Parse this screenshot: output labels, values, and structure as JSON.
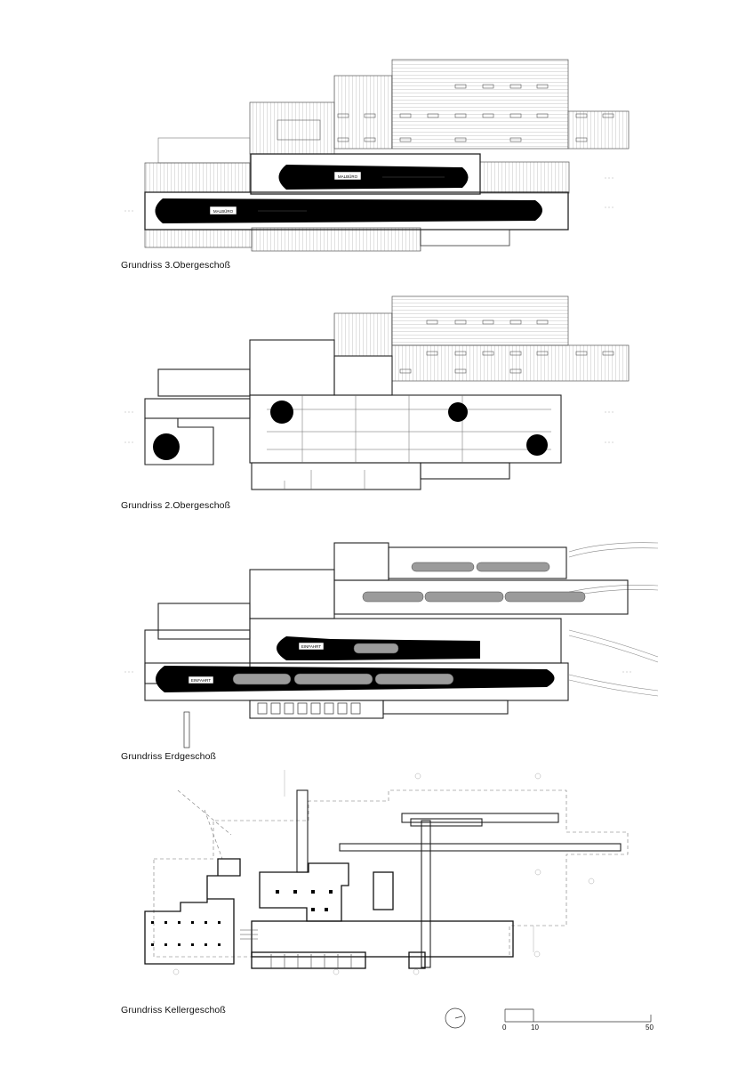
{
  "plans": [
    {
      "caption": "Grundriss 3.Obergeschoß",
      "sign": "MALBÜRO"
    },
    {
      "caption": "Grundriss 2.Obergeschoß"
    },
    {
      "caption": "Grundriss Erdgeschoß",
      "sign": "EINFAHRT"
    },
    {
      "caption": "Grundriss Kellergeschoß"
    }
  ],
  "scale_bar": {
    "labels": [
      "0",
      "10",
      "50"
    ]
  },
  "north_arrow": {
    "icon": "north-arrow-icon"
  }
}
